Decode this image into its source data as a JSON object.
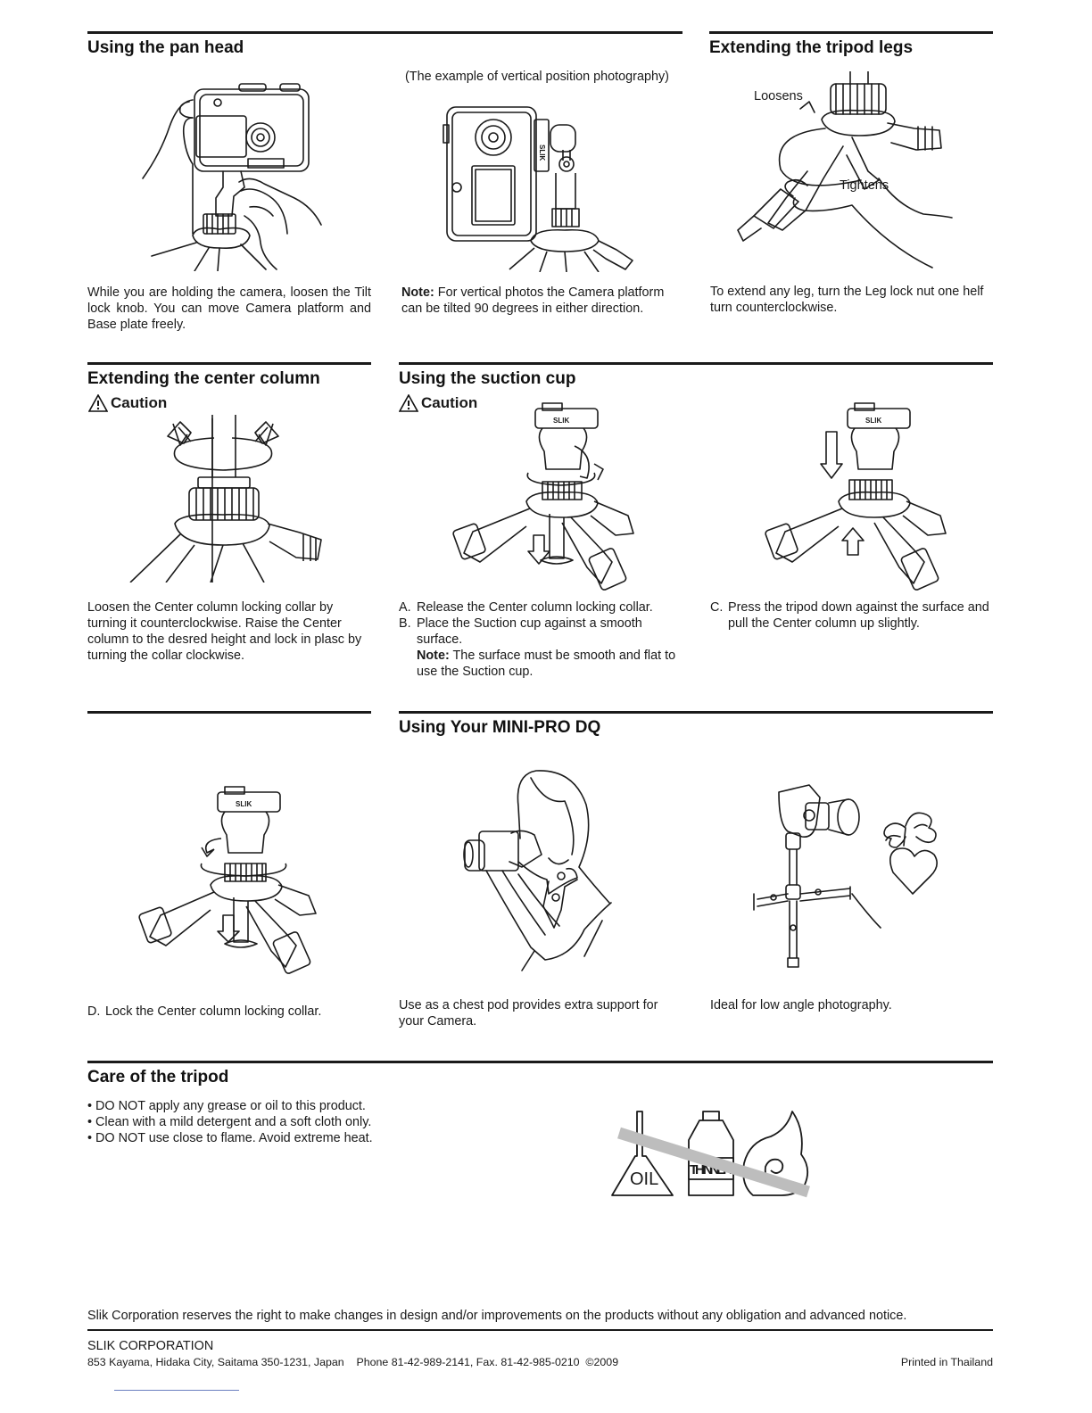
{
  "sections": {
    "pan_head": {
      "title": "Using the pan head",
      "caption": "While you are holding the camera, loosen the Tilt lock knob. You can move Camera platform and Base plate freely."
    },
    "vertical": {
      "subtitle": "(The example of vertical position photography)",
      "note_label": "Note:",
      "note_text": " For vertical photos the Camera platform can be tilted 90 degrees in either direction."
    },
    "legs": {
      "title": "Extending the tripod legs",
      "loosens": "Loosens",
      "tightens": "Tightens",
      "caption": "To extend any leg, turn the Leg lock nut one helf turn counterclockwise."
    },
    "center_column": {
      "title": "Extending the center column",
      "caution": "Caution",
      "caption": "Loosen the Center column locking collar by turning it counterclockwise. Raise the Center column to the desred height and lock in plasc by turning the collar clockwise."
    },
    "suction": {
      "title": "Using the suction cup",
      "caution": "Caution",
      "step_a_letter": "A.",
      "step_a": "Release the Center column locking collar.",
      "step_b_letter": "B.",
      "step_b": "Place the Suction cup against a smooth surface.",
      "note_label": "Note:",
      "note_text": " The surface must be smooth and flat to use the Suction cup.",
      "step_c_letter": "C.",
      "step_c": "Press the tripod down against the surface and pull the Center column up slightly."
    },
    "lock": {
      "step_d_letter": "D.",
      "step_d": "Lock the Center column locking collar."
    },
    "using": {
      "title": "Using Your MINI-PRO DQ",
      "chest_caption": "Use as a chest pod provides extra support for your Camera.",
      "low_caption": "Ideal for low angle photography."
    },
    "care": {
      "title": "Care of the tripod",
      "bullets": [
        "• DO NOT apply any grease or oil to this product.",
        "• Clean with a mild detergent and a soft cloth only.",
        "• DO NOT use close to flame. Avoid extreme heat."
      ],
      "oil_label": "OIL",
      "thinner_label": "THINNER"
    }
  },
  "brand_mark": "SLIK",
  "footer": {
    "notice": "Slik Corporation reserves the right to make changes in design and/or improvements on the products without any obligation and advanced notice.",
    "company": "SLIK CORPORATION",
    "address": "853 Kayama, Hidaka City, Saitama 350-1231, Japan    Phone 81-42-989-2141, Fax. 81-42-985-0210  ©2009",
    "printed": "Printed in Thailand"
  }
}
